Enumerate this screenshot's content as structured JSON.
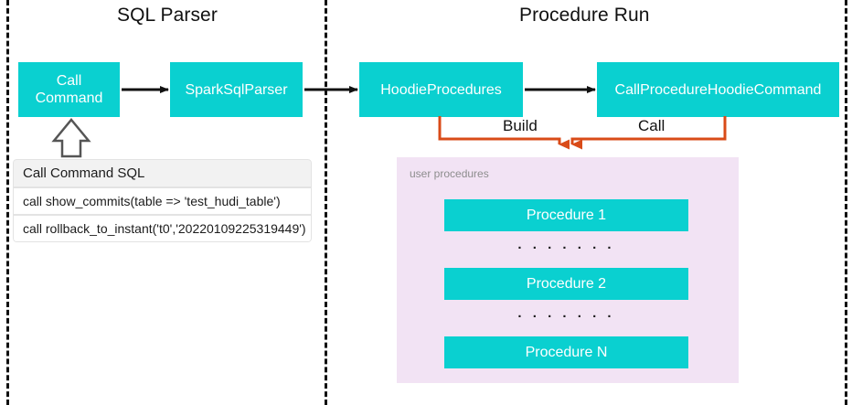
{
  "sections": {
    "left_title": "SQL Parser",
    "right_title": "Procedure Run"
  },
  "nodes": {
    "call_command": "Call\nCommand",
    "call_command_line1": "Call",
    "call_command_line2": "Command",
    "spark_sql_parser": "SparkSqlParser",
    "hoodie_procedures": "HoodieProcedures",
    "call_procedure_hoodie_command": "CallProcedureHoodieCommand"
  },
  "edges": {
    "build_label": "Build",
    "call_label": "Call"
  },
  "sql_table": {
    "header": "Call Command SQL",
    "rows": [
      "call show_commits(table => 'test_hudi_table')",
      "call rollback_to_instant('t0','20220109225319449')"
    ]
  },
  "procedures_panel": {
    "label": "user procedures",
    "items": [
      "Procedure 1",
      "Procedure 2",
      "Procedure N"
    ],
    "ellipsis": ". . . . . . ."
  },
  "colors": {
    "node_teal": "#0ad0d0",
    "panel_purple": "#f2e3f4",
    "connector_orange": "#d94b18",
    "arrow_black": "#111111",
    "divider_black": "#111111",
    "table_header_gray": "#f2f2f2",
    "panel_label_gray": "#8d8d8d"
  }
}
